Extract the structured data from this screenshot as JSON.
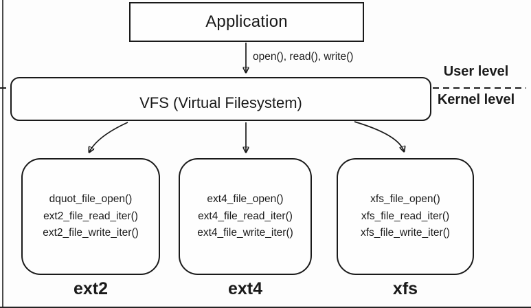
{
  "diagram": {
    "application": {
      "label": "Application"
    },
    "syscalls_label": "open(), read(), write()",
    "levels": {
      "user": "User level",
      "kernel": "Kernel level"
    },
    "vfs": {
      "label": "VFS (Virtual Filesystem)"
    },
    "filesystems": [
      {
        "name": "ext2",
        "lines": [
          "dquot_file_open()",
          "ext2_file_read_iter()",
          "ext2_file_write_iter()"
        ]
      },
      {
        "name": "ext4",
        "lines": [
          "ext4_file_open()",
          "ext4_file_read_iter()",
          "ext4_file_write_iter()"
        ]
      },
      {
        "name": "xfs",
        "lines": [
          "xfs_file_open()",
          "xfs_file_read_iter()",
          "xfs_file_write_iter()"
        ]
      }
    ],
    "colors": {
      "ink": "#1a1a1a",
      "background": "#fdfdfd"
    }
  }
}
